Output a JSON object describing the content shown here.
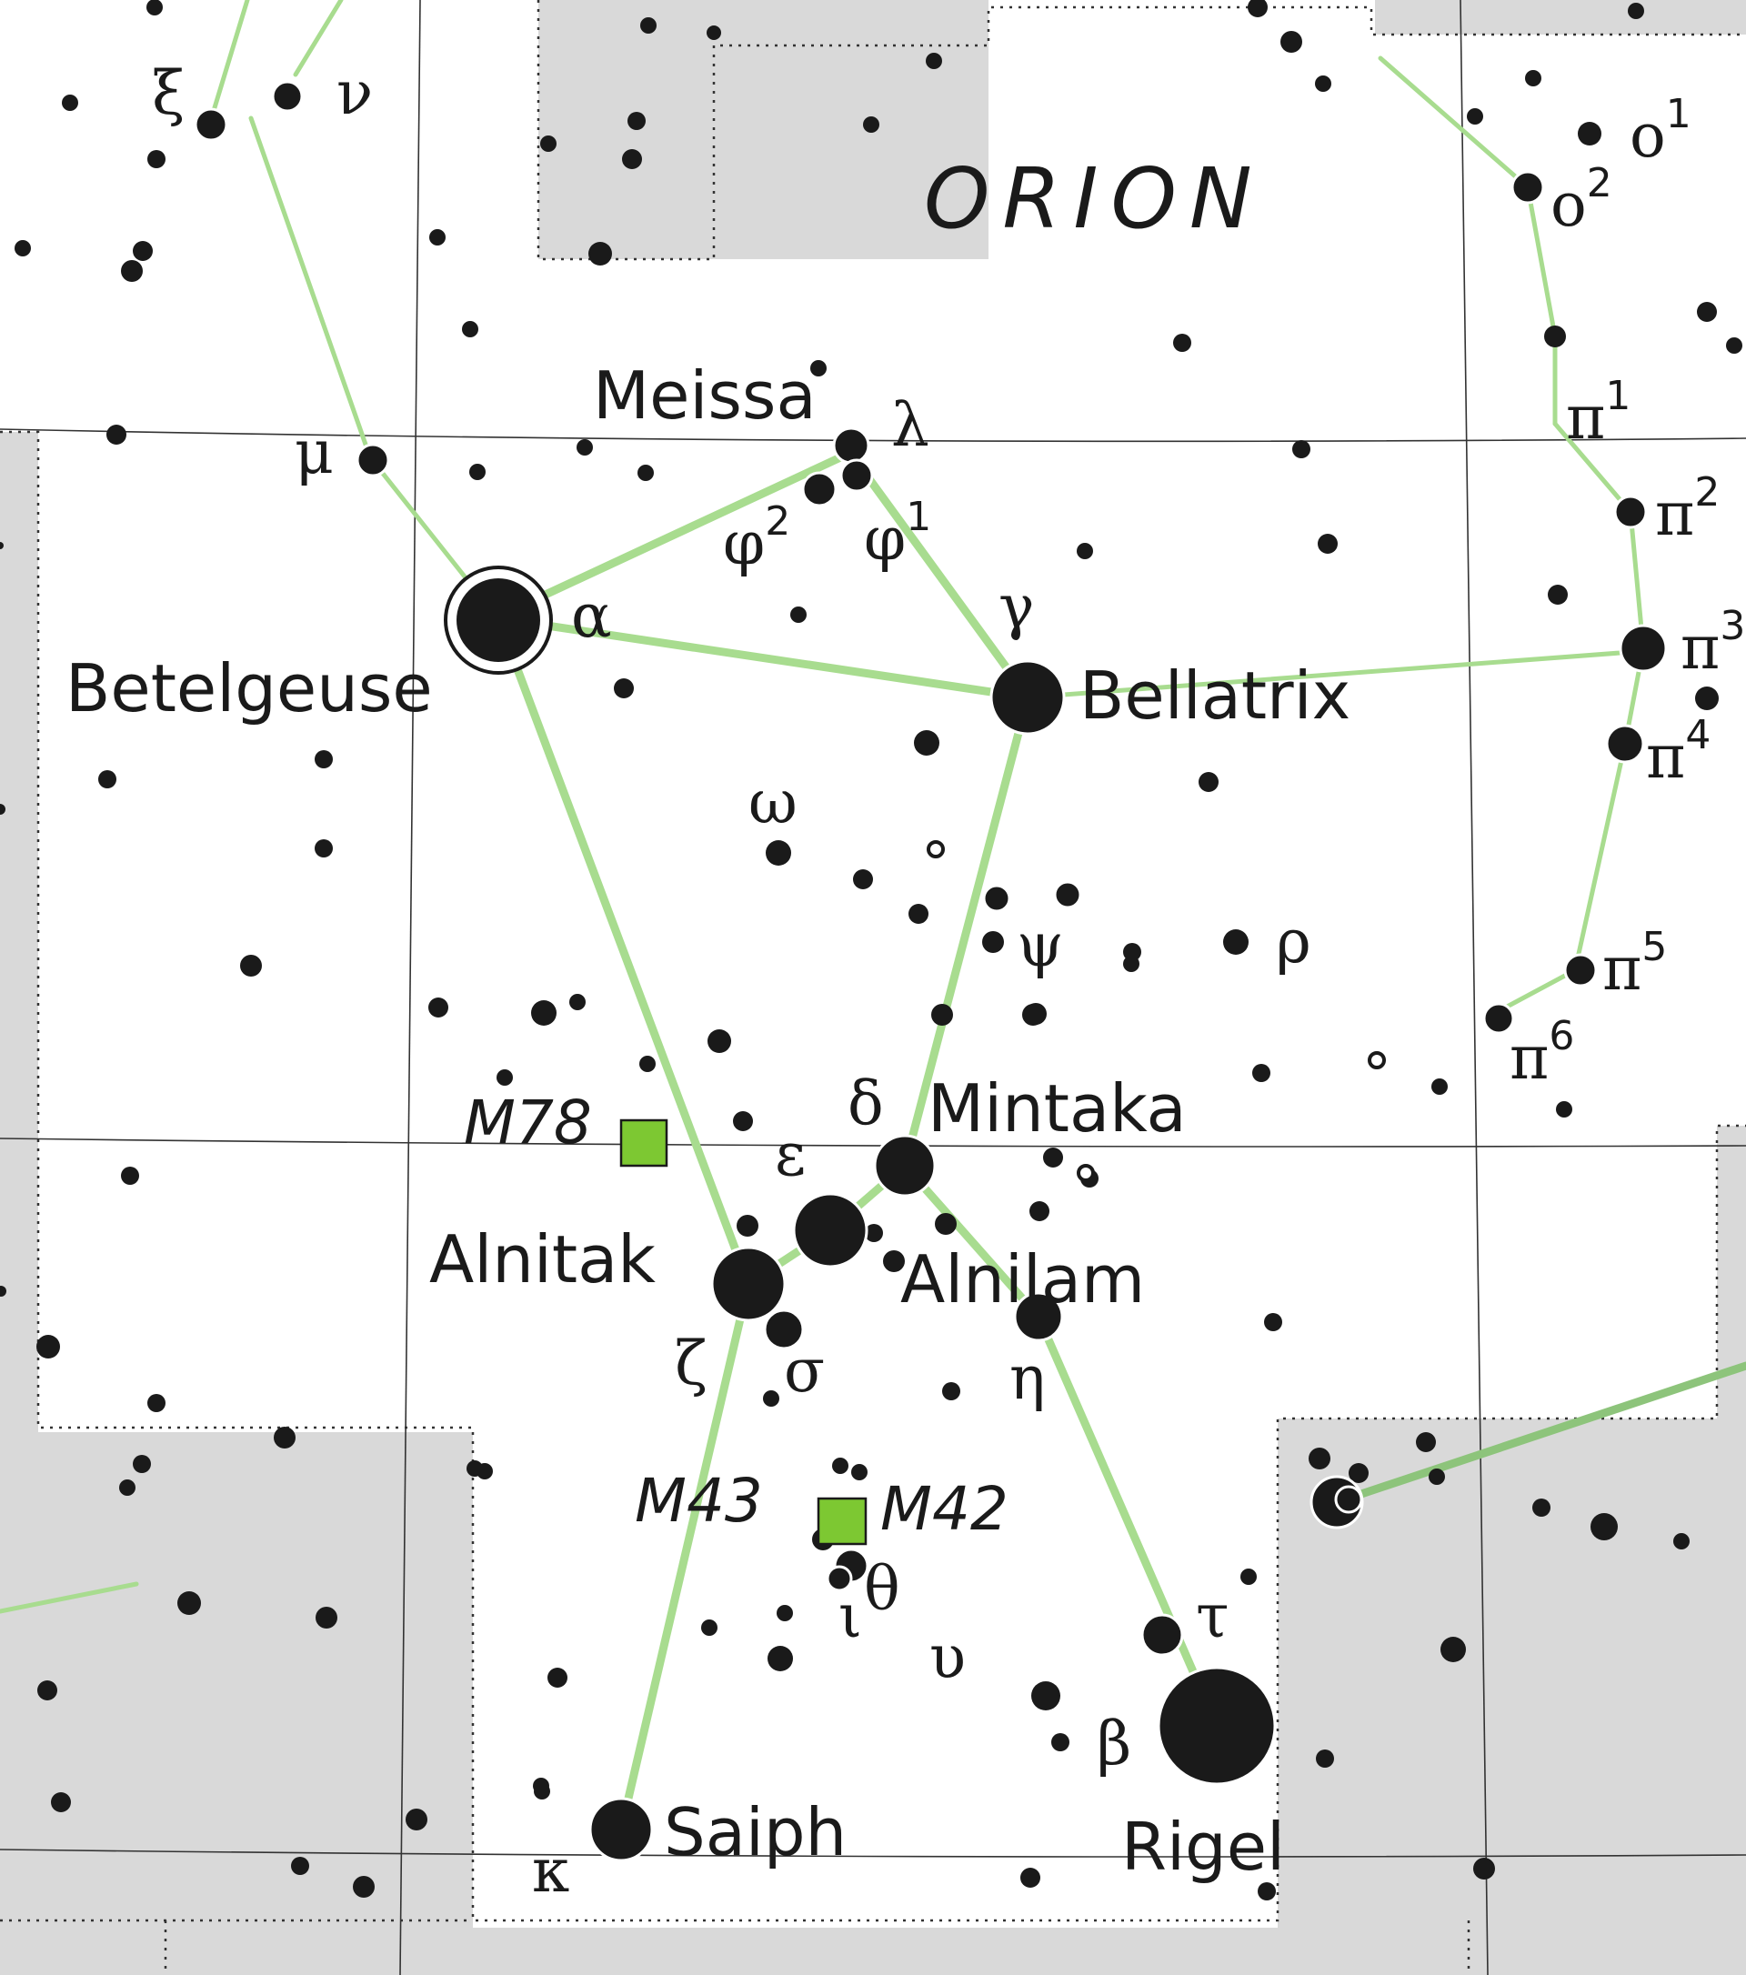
{
  "title": "ORION",
  "colors": {
    "outside": "#d9d9d9",
    "inside": "#ffffff",
    "figure_line": "#a8dc8f",
    "figure_line_dim": "#8dc47b",
    "star": "#1a1a1a",
    "deep_sky": "#7dc832",
    "grid": "#333333"
  },
  "named_stars": [
    {
      "id": "betelgeuse",
      "name": "Betelgeuse",
      "greek": "α"
    },
    {
      "id": "bellatrix",
      "name": "Bellatrix",
      "greek": "γ"
    },
    {
      "id": "meissa",
      "name": "Meissa",
      "greek": "λ"
    },
    {
      "id": "mintaka",
      "name": "Mintaka",
      "greek": "δ"
    },
    {
      "id": "alnilam",
      "name": "Alnilam",
      "greek": "ε"
    },
    {
      "id": "alnitak",
      "name": "Alnitak",
      "greek": "ζ"
    },
    {
      "id": "saiph",
      "name": "Saiph",
      "greek": "κ"
    },
    {
      "id": "rigel",
      "name": "Rigel",
      "greek": "β"
    }
  ],
  "greek_labels": [
    {
      "id": "xi",
      "text": "ξ"
    },
    {
      "id": "nu",
      "text": "ν"
    },
    {
      "id": "mu",
      "text": "μ"
    },
    {
      "id": "phi2",
      "text": "φ",
      "sup": "2"
    },
    {
      "id": "phi1",
      "text": "φ",
      "sup": "1"
    },
    {
      "id": "omega",
      "text": "ω"
    },
    {
      "id": "psi",
      "text": "ψ"
    },
    {
      "id": "rho",
      "text": "ρ"
    },
    {
      "id": "sigma",
      "text": "σ"
    },
    {
      "id": "eta",
      "text": "η"
    },
    {
      "id": "theta",
      "text": "θ"
    },
    {
      "id": "iota",
      "text": "ι"
    },
    {
      "id": "upsilon",
      "text": "υ"
    },
    {
      "id": "tau",
      "text": "τ"
    },
    {
      "id": "o1",
      "text": "o",
      "sup": "1"
    },
    {
      "id": "o2",
      "text": "o",
      "sup": "2"
    },
    {
      "id": "pi1",
      "text": "π",
      "sup": "1"
    },
    {
      "id": "pi2",
      "text": "π",
      "sup": "2"
    },
    {
      "id": "pi3",
      "text": "π",
      "sup": "3"
    },
    {
      "id": "pi4",
      "text": "π",
      "sup": "4"
    },
    {
      "id": "pi5",
      "text": "π",
      "sup": "5"
    },
    {
      "id": "pi6",
      "text": "π",
      "sup": "6"
    }
  ],
  "deep_sky_objects": [
    {
      "id": "m78",
      "name": "M78"
    },
    {
      "id": "m43",
      "name": "M43"
    },
    {
      "id": "m42",
      "name": "M42"
    }
  ]
}
